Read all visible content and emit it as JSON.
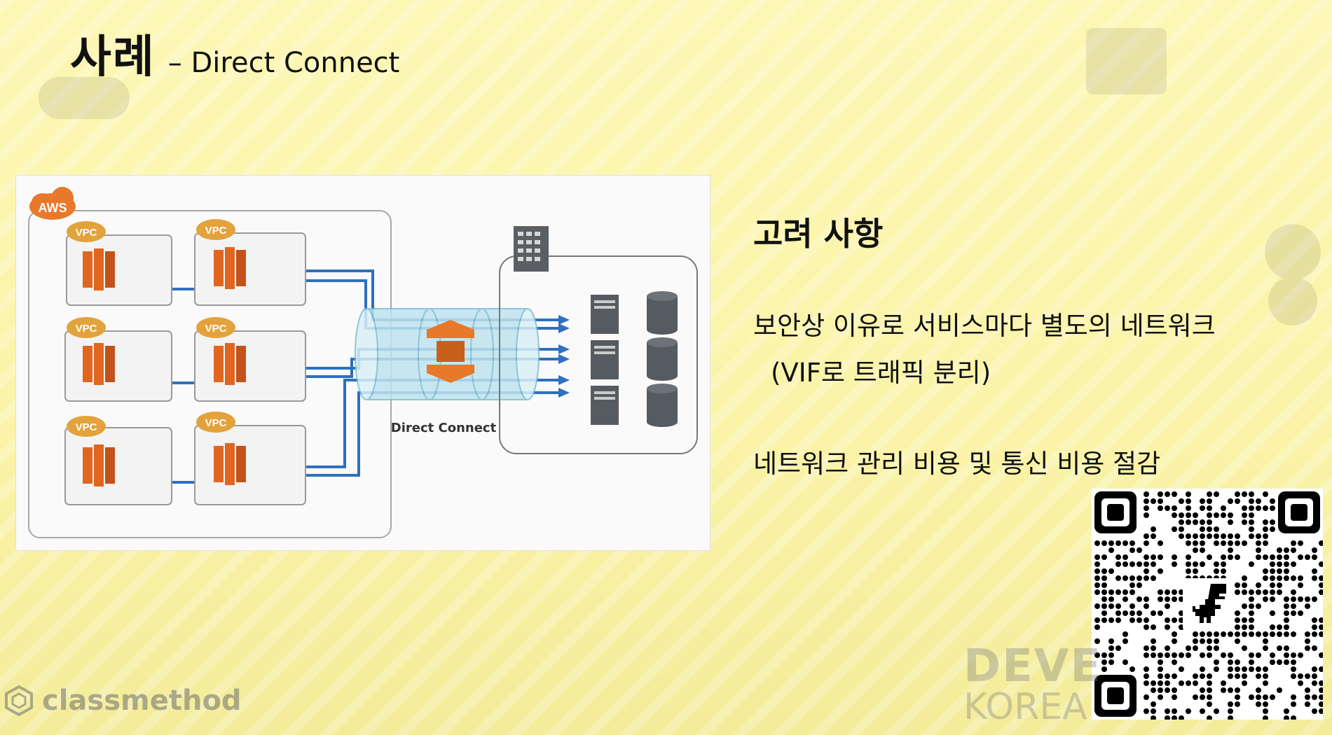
{
  "slide": {
    "title_main": "사례",
    "title_sub": "– Direct Connect"
  },
  "diagram": {
    "aws_badge": "AWS",
    "vpc_label": "VPC",
    "direct_connect_label": "Direct Connect"
  },
  "content": {
    "heading": "고려 사항",
    "line1": "보안상 이유로 서비스마다 별도의 네트워크",
    "line2": "(VIF로 트래픽 분리)",
    "line3": "네트워크 관리 비용 및 통신 비용 절감"
  },
  "branding": {
    "left_logo": "classmethod",
    "watermark_line1": "DEVE",
    "watermark_line2": "KOREA"
  },
  "colors": {
    "background": "#fdf7b6",
    "aws_orange": "#e8782a",
    "ec2_orange": "#e0661f",
    "vpc_gold": "#e3a23b",
    "link_blue": "#2f6fbf",
    "server_gray": "#555b61"
  }
}
